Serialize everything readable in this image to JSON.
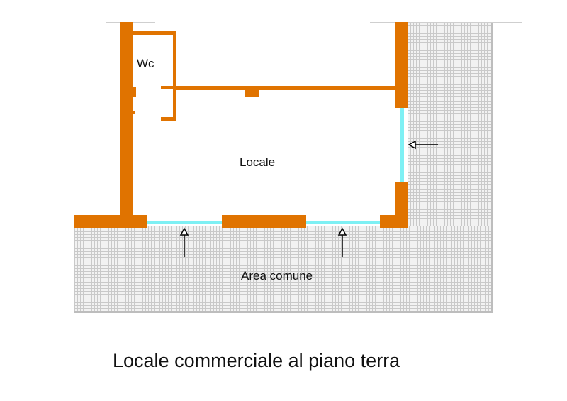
{
  "title": "Locale commerciale al piano terra",
  "rooms": {
    "wc": "Wc",
    "locale": "Locale",
    "common_area": "Area comune"
  },
  "colors": {
    "wall": "#e07300",
    "glazing": "#7ef0f4",
    "common_area_hatch": "#c9c9c9",
    "text": "#111111"
  },
  "entrances": [
    {
      "id": "east-entrance",
      "direction": "west"
    },
    {
      "id": "south-entrance-left",
      "direction": "north"
    },
    {
      "id": "south-entrance-right",
      "direction": "north"
    }
  ]
}
